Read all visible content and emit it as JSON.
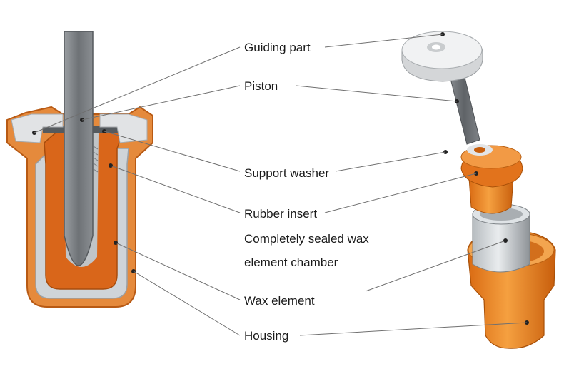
{
  "labels": {
    "guiding_part": "Guiding part",
    "piston": "Piston",
    "support_washer": "Support washer",
    "rubber_insert": "Rubber insert",
    "chamber_line1": "Completely sealed wax",
    "chamber_line2": "element chamber",
    "wax_element": "Wax element",
    "housing": "Housing"
  },
  "colors": {
    "housing_orange": "#e07a2a",
    "housing_dark": "#b85a14",
    "rubber_orange": "#d9661a",
    "wax_grey": "#cfd4d8",
    "piston_grey": "#7b7f83",
    "guide_white": "#e8e8e8",
    "leader_line": "#6b6b6b"
  }
}
